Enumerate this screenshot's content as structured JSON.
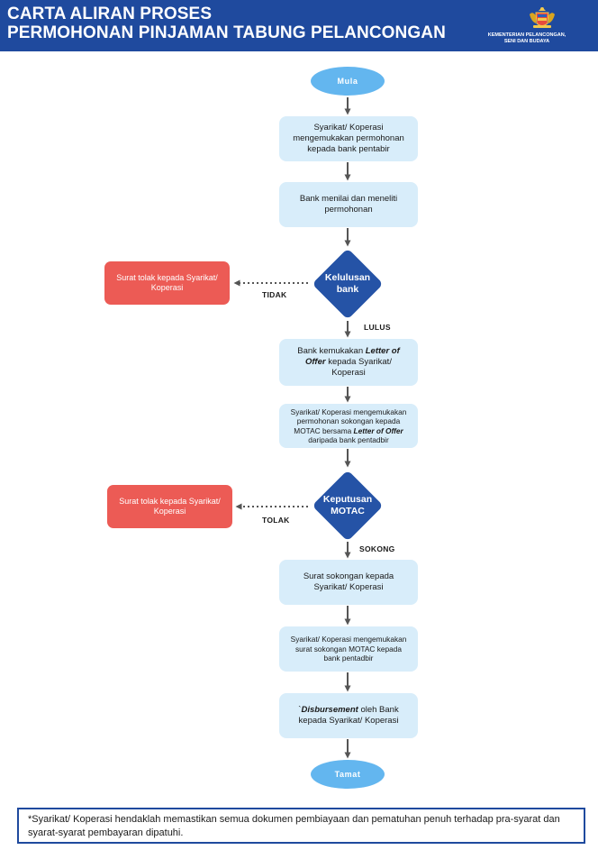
{
  "header": {
    "title_line1": "CARTA ALIRAN PROSES",
    "title_line2": "PERMOHONAN PINJAMAN TABUNG PELANCONGAN",
    "ministry_line1": "KEMENTERIAN PELANCONGAN,",
    "ministry_line2": "SENI DAN BUDAYA",
    "crest_icon": "coat-of-arms-icon"
  },
  "flow": {
    "start": "Mula",
    "step1": "Syarikat/ Koperasi mengemukakan permohonan kepada bank pentabir",
    "step2": "Bank menilai dan meneliti permohonan",
    "decision1": "Kelulusan bank",
    "decision1_no_label": "TIDAK",
    "decision1_yes_label": "LULUS",
    "reject1": "Surat tolak kepada Syarikat/ Koperasi",
    "step3": {
      "part1": "Bank kemukakan ",
      "em": "Letter of Offer",
      "part2": " kepada Syarikat/ Koperasi"
    },
    "step4": {
      "part1": "Syarikat/ Koperasi mengemukakan permohonan sokongan kepada MOTAC bersama ",
      "em": "Letter of Offer",
      "part2": " daripada bank pentadbir"
    },
    "decision2": "Keputusan MOTAC",
    "decision2_no_label": "TOLAK",
    "decision2_yes_label": "SOKONG",
    "reject2": "Surat tolak kepada Syarikat/ Koperasi",
    "step5": "Surat sokongan kepada Syarikat/ Koperasi",
    "step6": "Syarikat/ Koperasi mengemukakan surat sokongan MOTAC kepada bank pentadbir",
    "step7": {
      "prefix": "`",
      "em": "Disbursement",
      "part2": " oleh Bank kepada Syarikat/ Koperasi"
    },
    "end": "Tamat"
  },
  "note": "*Syarikat/ Koperasi hendaklah memastikan semua dokumen pembiayaan dan pematuhan penuh terhadap pra-syarat dan syarat-syarat pembayaran dipatuhi.",
  "colors": {
    "header_bg": "#1f4a9e",
    "terminal": "#63b6ef",
    "process": "#d8edfa",
    "decision": "#2553a6",
    "reject": "#ec5b55"
  }
}
